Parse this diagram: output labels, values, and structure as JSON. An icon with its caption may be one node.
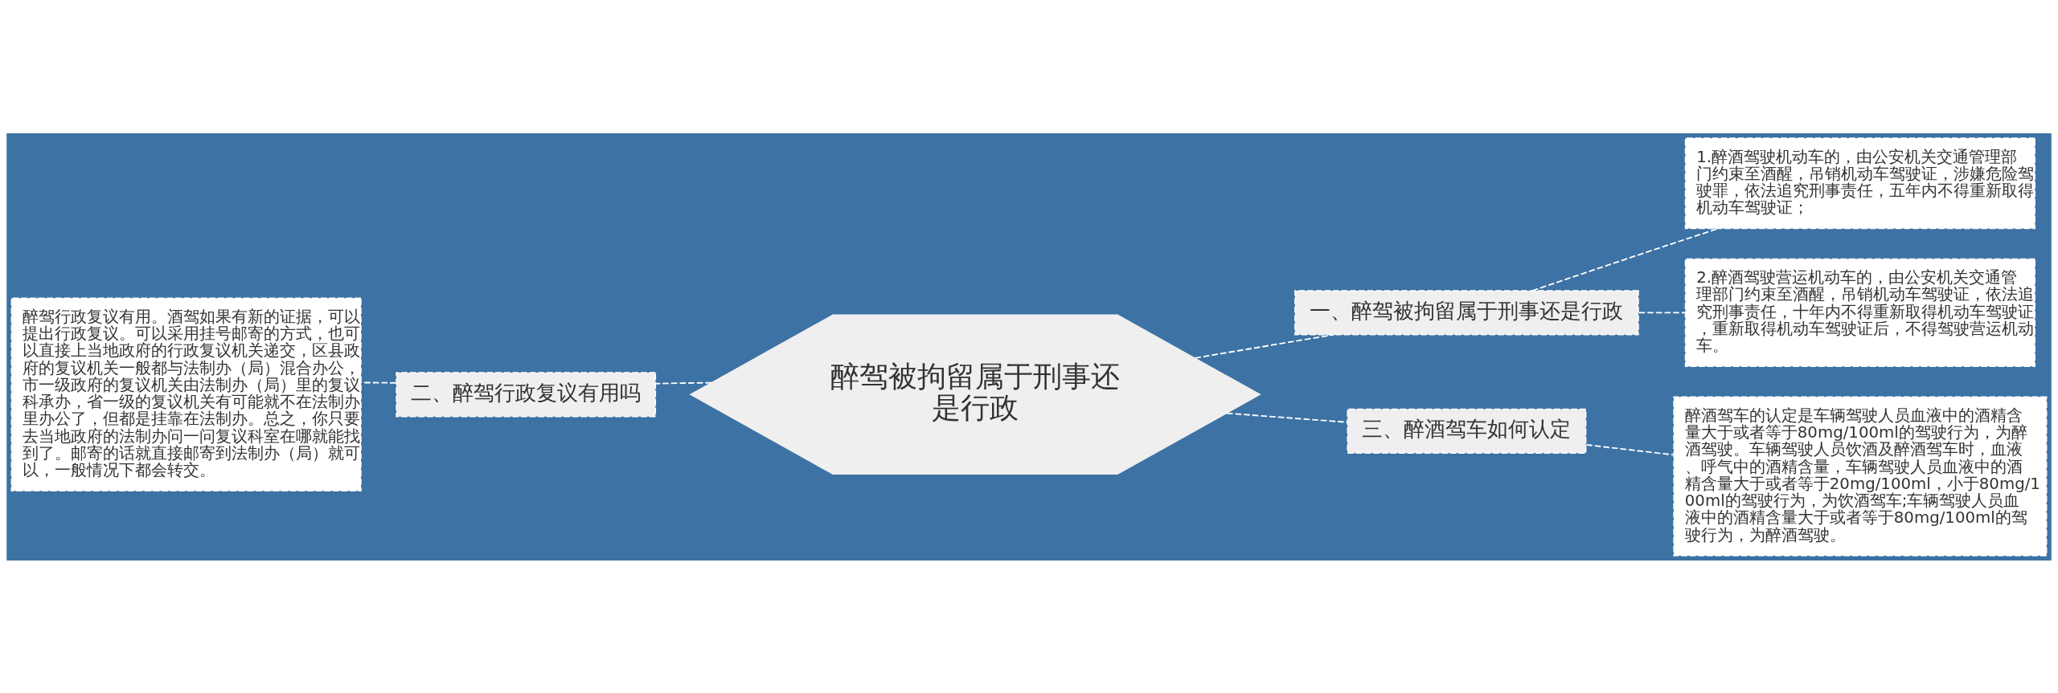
{
  "diagram": {
    "nodes": [
      {
        "text": [
          "醉驾被拘留属于刑事还是行政"
        ]
      },
      {
        "text": [
          "一、醉驾被拘留属于刑事还是行政"
        ]
      },
      {
        "text": [
          "1.醉酒驾驶机动车的，由公安机关交通管理部门约束至酒醒，吊销机动车驾驶证，涉嫌危险驾驶罪，依法追究刑事责任，五年内不得重新取得机动车驾驶证；"
        ]
      },
      {
        "text": [
          "2.醉酒驾驶营运机动车的，由公安机关交通管理部门约束至酒醒，吊销机动车驾驶证，依法追究刑事责任，十年内不得重新取得机动车驾驶证，重新取得机动车驾驶证后，不得驾驶营运机动车。"
        ]
      },
      {
        "text": [
          "三、醉酒驾车如何认定"
        ]
      },
      {
        "text": [
          "醉酒驾车的认定是车辆驾驶人员血液中的酒精含量大于或者等于80mg/100ml的驾驶行为，为醉酒驾驶。车辆驾驶人员饮酒及醉酒驾车时，血液、呼气中的酒精含量，车辆驾驶人员血液中的酒精含量大于或者等于20mg/100ml，小于80mg/100ml的驾驶行为，为饮酒驾车;车辆驾驶人员血液中的酒精含量大于或者等于80mg/100ml的驾驶行为，为醉酒驾驶。"
        ]
      },
      {
        "text": [
          "二、醉驾行政复议有用吗"
        ]
      },
      {
        "text": [
          "醉驾行政复议有用。酒驾如果有新的证据，可以提出行政复议。可以采用挂号邮寄的方式，也可以直接上当地政府的行政复议机关递交，区县政府的复议机关一般都与法制办（局）混合办公，市一级政府的复议机关由法制办（局）里的复议科承办，省一级的复议机关有可能就不在法制办里办公了，但都是挂靠在法制办。总之，你只要去当地政府的法制办问一问复议科室在哪就能找到了。邮寄的话就直接邮寄到法制办（局）就可以，一般情况下都会转交。"
        ]
      }
    ],
    "edges": [
      {
        "from": 0,
        "to": 1,
        "arrow": "none",
        "style": "dashed"
      },
      {
        "from": 1,
        "to": 2,
        "arrow": "none",
        "style": "dashed"
      },
      {
        "from": 1,
        "to": 3,
        "arrow": "none",
        "style": "dashed"
      },
      {
        "from": 0,
        "to": 4,
        "arrow": "none",
        "style": "dashed"
      },
      {
        "from": 4,
        "to": 5,
        "arrow": "none",
        "style": "dashed"
      },
      {
        "from": 0,
        "to": 6,
        "arrow": "none",
        "style": "dashed"
      },
      {
        "from": 6,
        "to": 7,
        "arrow": "none",
        "style": "dashed"
      }
    ]
  }
}
